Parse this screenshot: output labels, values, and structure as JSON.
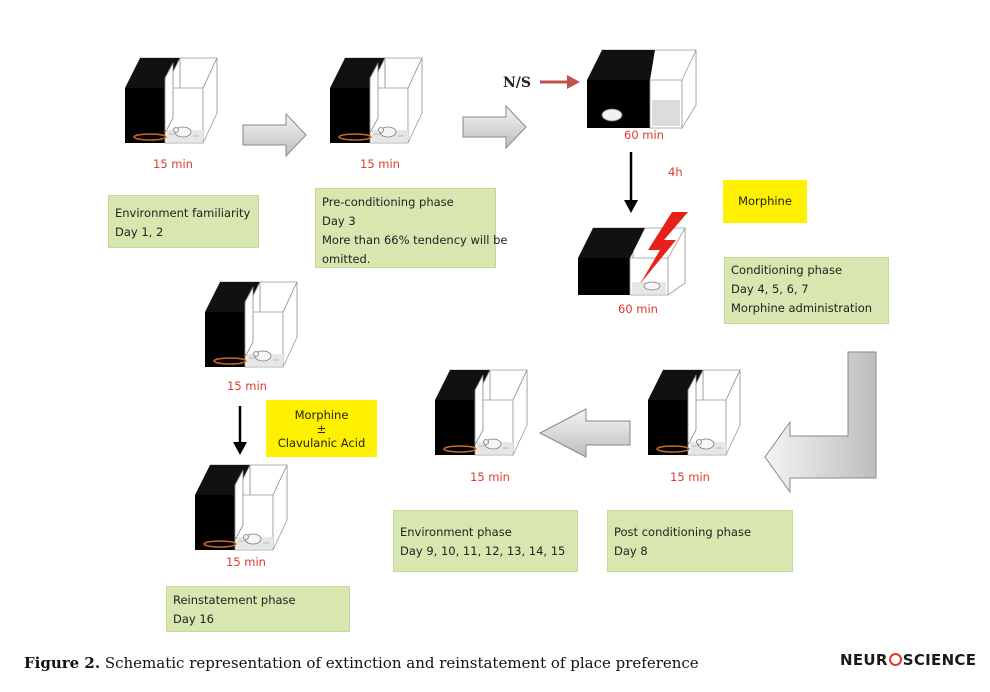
{
  "durations": {
    "d1": "15 min",
    "d2": "15 min",
    "d3": "60 min",
    "d4": "60 min",
    "d5": "15 min",
    "d6": "15 min",
    "d7": "15 min",
    "d8": "15 min"
  },
  "ns_label": "N/S",
  "time_4h": "4h",
  "morphine_label": "Morphine",
  "morphine_clav": {
    "line1": "Morphine",
    "line2": "±",
    "line3": "Clavulanic Acid"
  },
  "phases": {
    "familiarity": {
      "line1": "Environment familiarity",
      "line2": "Day 1, 2"
    },
    "preconditioning": {
      "line1": "Pre-conditioning phase",
      "line2": "Day 3",
      "line3": "More than 66% tendency will be",
      "line4": "omitted."
    },
    "conditioning": {
      "line1": "Conditioning phase",
      "line2": "Day 4, 5, 6, 7",
      "line3": "Morphine administration"
    },
    "postconditioning": {
      "line1": "Post conditioning phase",
      "line2": "Day 8"
    },
    "environment": {
      "line1": "Environment phase",
      "line2": "Day 9, 10, 11, 12, 13, 14, 15"
    },
    "reinstatement": {
      "line1": "Reinstatement phase",
      "line2": "Day 16"
    }
  },
  "caption": {
    "label": "Figure 2.",
    "text": " Schematic representation of extinction and reinstatement of place preference"
  },
  "logo": {
    "left": "NEUR",
    "right": "SCIENCE"
  },
  "colors": {
    "green_box": "#d8e7b0",
    "yellow_box": "#ffef00",
    "duration_text": "#e03a2a",
    "arrow_fill": "#dcdcdc"
  }
}
